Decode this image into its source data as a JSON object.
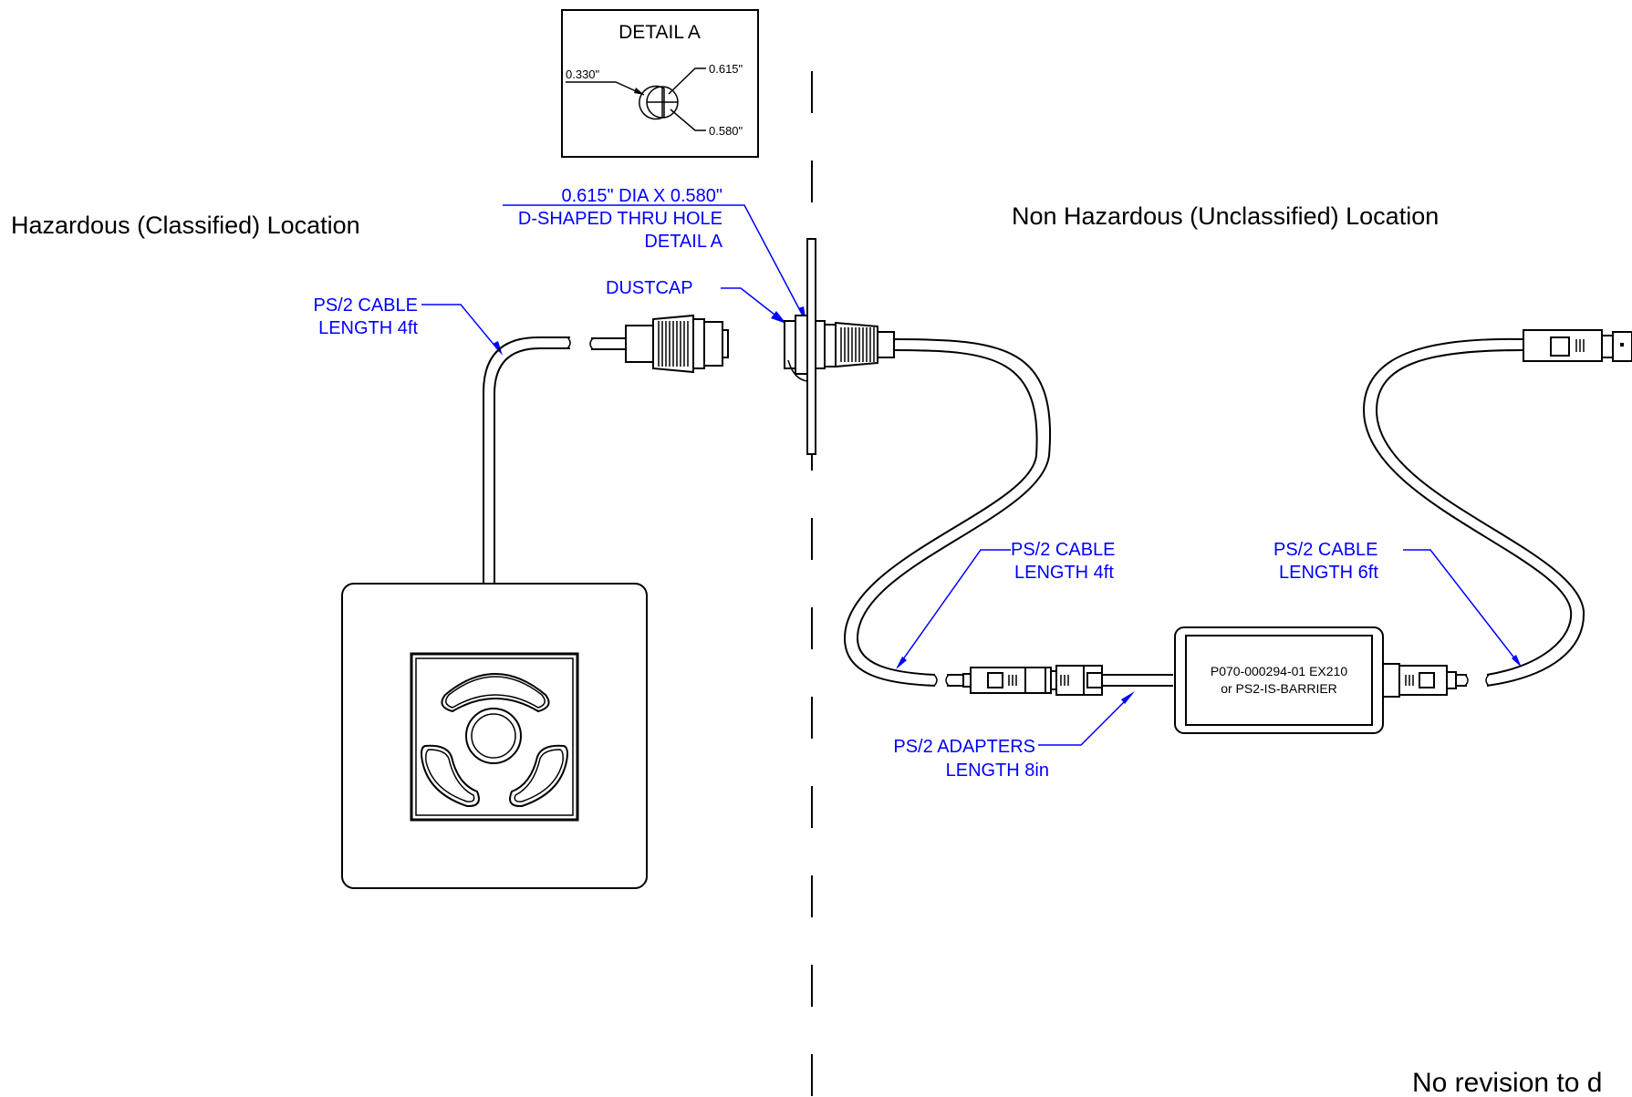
{
  "zones": {
    "hazardous": "Hazardous (Classified) Location",
    "non_hazardous": "Non Hazardous (Unclassified) Location"
  },
  "detail_a": {
    "title": "DETAIL A",
    "dim_left": "0.330\"",
    "dim_top": "0.615\"",
    "dim_bottom": "0.580\""
  },
  "callouts": {
    "hole_line1": "0.615\" DIA X 0.580\"",
    "hole_line2": "D-SHAPED THRU HOLE",
    "hole_line3": "DETAIL A",
    "dustcap": "DUSTCAP",
    "cable_left_line1": "PS/2 CABLE",
    "cable_left_line2": "LENGTH 4ft",
    "cable_mid_line1": "PS/2 CABLE",
    "cable_mid_line2": "LENGTH 4ft",
    "cable_right_line1": "PS/2 CABLE",
    "cable_right_line2": "LENGTH 6ft",
    "adapters_line1": "PS/2 ADAPTERS",
    "adapters_line2": "LENGTH 8in"
  },
  "barrier": {
    "line1": "P070-000294-01 EX210",
    "line2": "or PS2-IS-BARRIER"
  },
  "footer_note": "No revision to d",
  "colors": {
    "callout": "#0000ff",
    "linework": "#000000",
    "background": "#ffffff"
  }
}
